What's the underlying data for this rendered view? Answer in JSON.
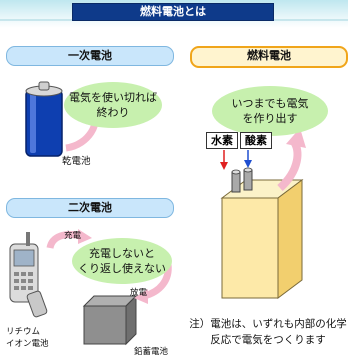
{
  "title": "燃料電池とは",
  "primary_battery": {
    "heading": "一次電池",
    "bubble": [
      "電気を使い切れば",
      "終わり"
    ],
    "label": "乾電池"
  },
  "secondary_battery": {
    "heading": "二次電池",
    "bubble": [
      "充電しないと",
      "くり返し使えない"
    ],
    "charge_label": "充電",
    "discharge_label": "放電",
    "lithium_label": [
      "リチウム",
      "イオン電池"
    ],
    "lead_label": "鉛蓄電池"
  },
  "fuel_cell": {
    "heading": "燃料電池",
    "bubble": [
      "いつまでも電気",
      "を作り出す"
    ],
    "hydrogen": "水素",
    "oxygen": "酸素",
    "note": [
      "注）電池は、いずれも内部の化学",
      "反応で電気をつくります"
    ]
  }
}
